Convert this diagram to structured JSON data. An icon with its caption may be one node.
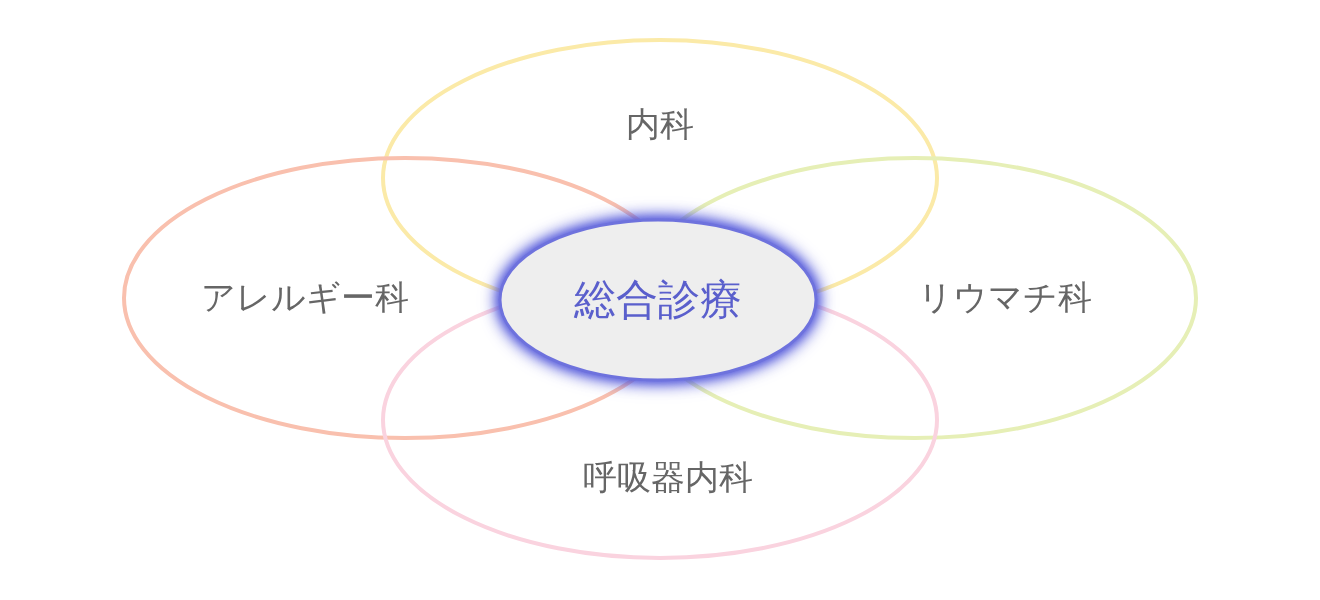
{
  "diagram": {
    "nodes": [
      {
        "text": [
          "内科"
        ]
      },
      {
        "text": [
          "アレルギー科"
        ]
      },
      {
        "text": [
          "総合診療"
        ]
      },
      {
        "text": [
          "リウマチ科"
        ]
      },
      {
        "text": [
          "呼吸器内科"
        ]
      }
    ]
  }
}
